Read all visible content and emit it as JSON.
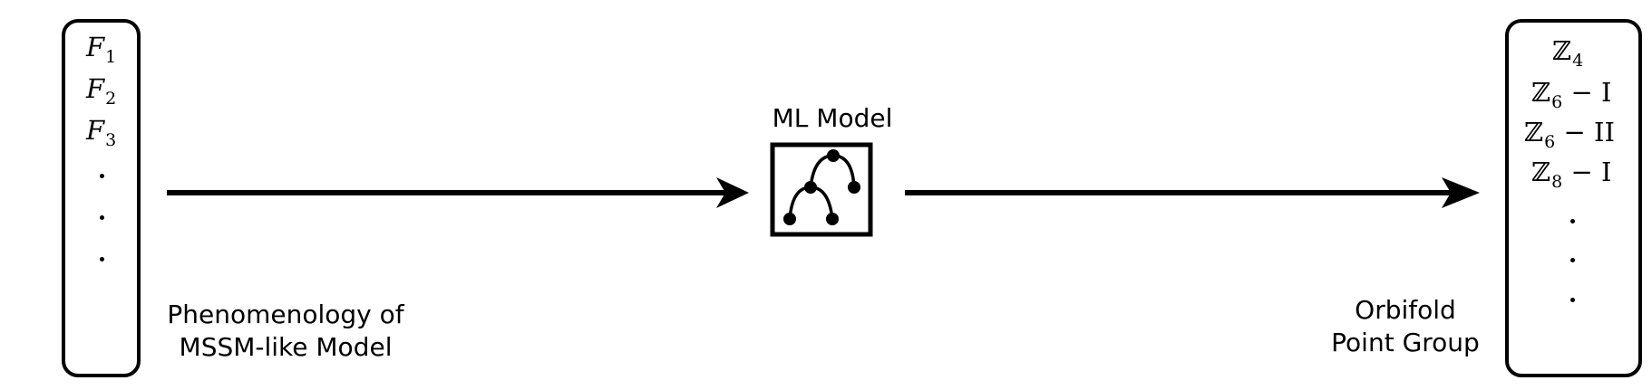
{
  "features": [
    {
      "symbol": "F",
      "sub": "1"
    },
    {
      "symbol": "F",
      "sub": "2"
    },
    {
      "symbol": "F",
      "sub": "3"
    }
  ],
  "model_label": "ML Model",
  "input_caption": {
    "line1": "Phenomenology of",
    "line2": "MSSM-like Model"
  },
  "output_caption": {
    "line1": "Orbifold",
    "line2": "Point Group"
  },
  "point_groups": [
    {
      "symbol": "ℤ",
      "sub": "4",
      "suffix": ""
    },
    {
      "symbol": "ℤ",
      "sub": "6",
      "suffix": " − I"
    },
    {
      "symbol": "ℤ",
      "sub": "6",
      "suffix": " − II"
    },
    {
      "symbol": "ℤ",
      "sub": "8",
      "suffix": " − I"
    }
  ]
}
